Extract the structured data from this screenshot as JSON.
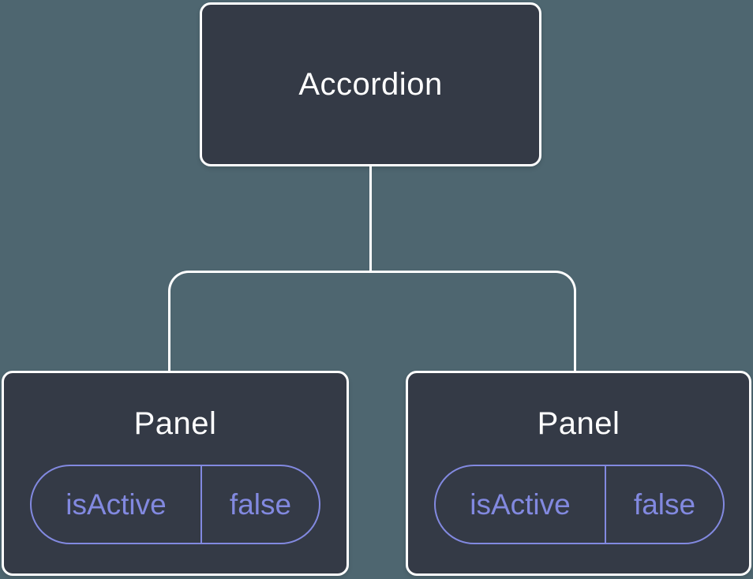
{
  "diagram": {
    "colors": {
      "background": "#4E6670",
      "node_fill": "#343A46",
      "node_border": "#FFFFFF",
      "connector": "#FFFFFF",
      "accent": "#8289E0",
      "title_color": "#FFFFFF"
    },
    "root": {
      "label": "Accordion"
    },
    "panels": [
      {
        "label": "Panel",
        "prop_name": "isActive",
        "prop_value": "false"
      },
      {
        "label": "Panel",
        "prop_name": "isActive",
        "prop_value": "false"
      }
    ]
  }
}
